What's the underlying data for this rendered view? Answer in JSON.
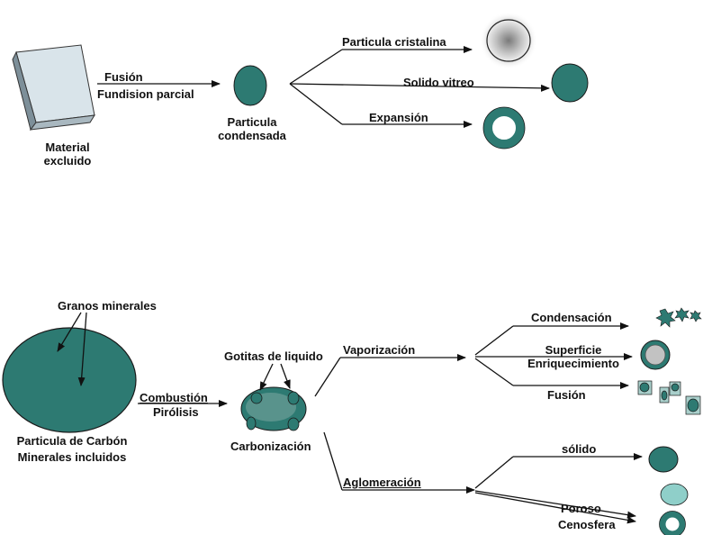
{
  "colors": {
    "particle": "#2d7a72",
    "particle_light": "#8fcfc9",
    "stroke": "#1a1a1a",
    "arrow": "#111111"
  },
  "top": {
    "material": [
      "Material",
      "excluido"
    ],
    "step1": [
      "Fusión",
      "Fundision parcial"
    ],
    "particle": [
      "Particula",
      "condensada"
    ],
    "branches": [
      "Particula cristalina",
      "Solido vitreo",
      "Expansión"
    ]
  },
  "bottom": {
    "grains": "Granos minerales",
    "coal": [
      "Particula de Carbón",
      "Minerales incluidos"
    ],
    "step1": [
      "Combustión",
      "Pirólisis"
    ],
    "droplets": "Gotitas de liquido",
    "char": "Carbonización",
    "vaporization": "Vaporización",
    "vap_branches": [
      "Condensación",
      "Superficie",
      "Enriquecimiento",
      "Fusión"
    ],
    "agglomeration": "Aglomeración",
    "agg_branches": [
      "sólido",
      "Poroso",
      "Cenosfera"
    ]
  }
}
